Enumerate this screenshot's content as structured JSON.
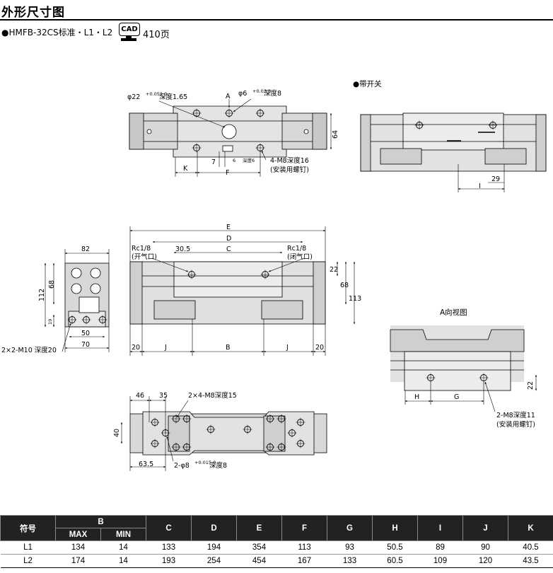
{
  "header": {
    "title": "外形尺寸图",
    "subtitle": "●HMFB-32CS标准・L1・L2",
    "cad_label": "CAD",
    "page_ref": "410页"
  },
  "labels": {
    "phi22": "φ22",
    "phi22_tol": "+0.052 0",
    "phi22_depth": "深度1.65",
    "view_a": "A",
    "phi6": "φ6",
    "phi6_tol": "+0.03 0",
    "phi6_depth": "深度8",
    "dim_64": "64",
    "dim_7": "7",
    "dim_6": "6",
    "dim_6_depth": "深度6",
    "hole_4m8": "4-M8深度16",
    "hole_4m8_note": "(安装用螺钉)",
    "dim_k": "K",
    "dim_f": "F",
    "with_switch": "●带开关",
    "dim_29": "29",
    "dim_i": "I",
    "dim_e": "E",
    "dim_d": "D",
    "dim_c": "C",
    "dim_30_5": "30.5",
    "port_open": "Rc1/8",
    "port_open_note": "(开气口)",
    "port_close": "Rc1/8",
    "port_close_note": "(闭气口)",
    "dim_82": "82",
    "dim_68": "68",
    "dim_112": "112",
    "dim_19": "19",
    "dim_50": "50",
    "dim_70": "70",
    "tap_2x2m10": "2×2-M10 深度20",
    "dim_22": "22",
    "dim_68b": "68",
    "dim_113": "113",
    "dim_20a": "20",
    "dim_j1": "J",
    "dim_b": "B",
    "dim_j2": "J",
    "dim_20b": "20",
    "view_a_title": "A向视图",
    "dim_22b": "22",
    "dim_h": "H",
    "dim_g": "G",
    "hole_2m8": "2-M8深度11",
    "hole_2m8_note": "(安装用螺钉)",
    "dim_46": "46",
    "dim_35": "35",
    "tap_2x4m8": "2×4-M8深度15",
    "dim_40": "40",
    "dim_63_5": "63.5",
    "phi8": "2-φ8",
    "phi8_tol": "+0.015 0",
    "phi8_depth": "深度8"
  },
  "table": {
    "col_model": "符号",
    "col_b": "B",
    "col_b_max": "MAX",
    "col_b_min": "MIN",
    "cols": [
      "C",
      "D",
      "E",
      "F",
      "G",
      "H",
      "I",
      "J",
      "K"
    ],
    "rows": [
      {
        "model": "L1",
        "max": "134",
        "min": "14",
        "vals": [
          "133",
          "194",
          "354",
          "113",
          "93",
          "50.5",
          "89",
          "90",
          "40.5"
        ]
      },
      {
        "model": "L2",
        "max": "174",
        "min": "14",
        "vals": [
          "193",
          "254",
          "454",
          "167",
          "133",
          "60.5",
          "109",
          "120",
          "43.5"
        ]
      }
    ]
  }
}
